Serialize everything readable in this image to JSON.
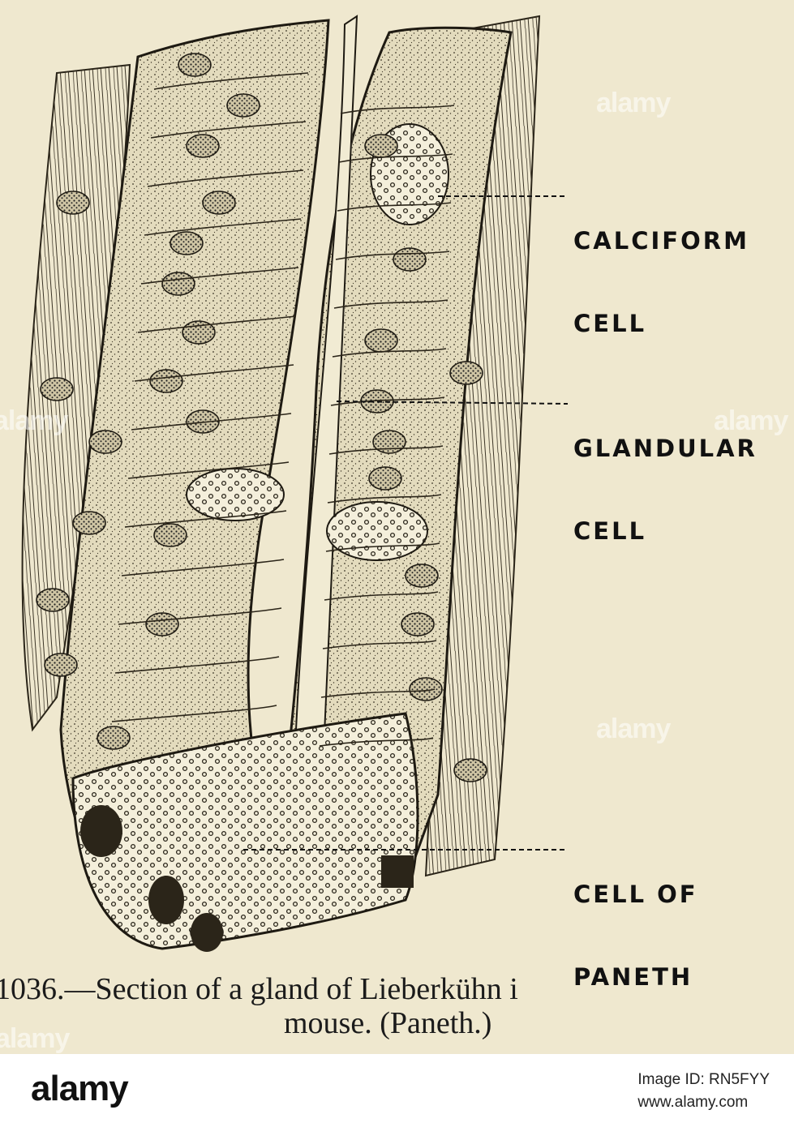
{
  "figure": {
    "labels": {
      "calciform": [
        "CALCIFORM",
        "CELL"
      ],
      "glandular": [
        "GLANDULAR",
        "CELL"
      ],
      "paneth": [
        "CELL OF",
        "PANETH"
      ]
    },
    "caption_line1": "1036.—Section of a gland of Lieberkühn i",
    "caption_line2": "mouse.  (Paneth.)"
  },
  "watermark": {
    "text": "alamy"
  },
  "footer": {
    "logo": "alamy",
    "image_id": "Image ID: RN5FYY",
    "url": "www.alamy.com"
  }
}
